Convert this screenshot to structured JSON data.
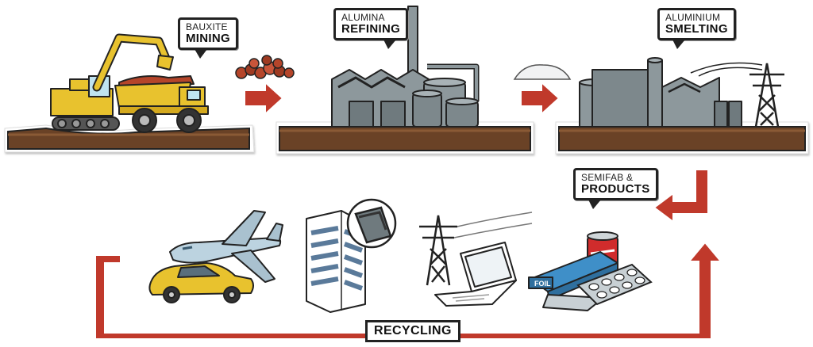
{
  "stages": {
    "mining": {
      "line1": "BAUXITE",
      "line2": "MINING"
    },
    "refining": {
      "line1": "ALUMINA",
      "line2": "REFINING"
    },
    "smelting": {
      "line1": "ALUMINIUM",
      "line2": "SMELTING"
    },
    "semifab": {
      "line1": "SEMIFAB &",
      "line2": "PRODUCTS"
    }
  },
  "recycling": {
    "label": "RECYCLING"
  },
  "products": {
    "foil_label": "FOIL"
  },
  "colors": {
    "arrow": "#c0392b",
    "ground": "#6b4226",
    "machinery": "#e8c22e",
    "factory": "#8d989c",
    "bauxite": "#b5452a",
    "outline": "#222222"
  },
  "icons": [
    "excavator-icon",
    "dump-truck-icon",
    "refinery-icon",
    "smelter-icon",
    "pylon-icon",
    "airplane-icon",
    "car-icon",
    "building-icon",
    "laptop-icon",
    "can-icon",
    "foil-icon",
    "blister-pack-icon"
  ]
}
